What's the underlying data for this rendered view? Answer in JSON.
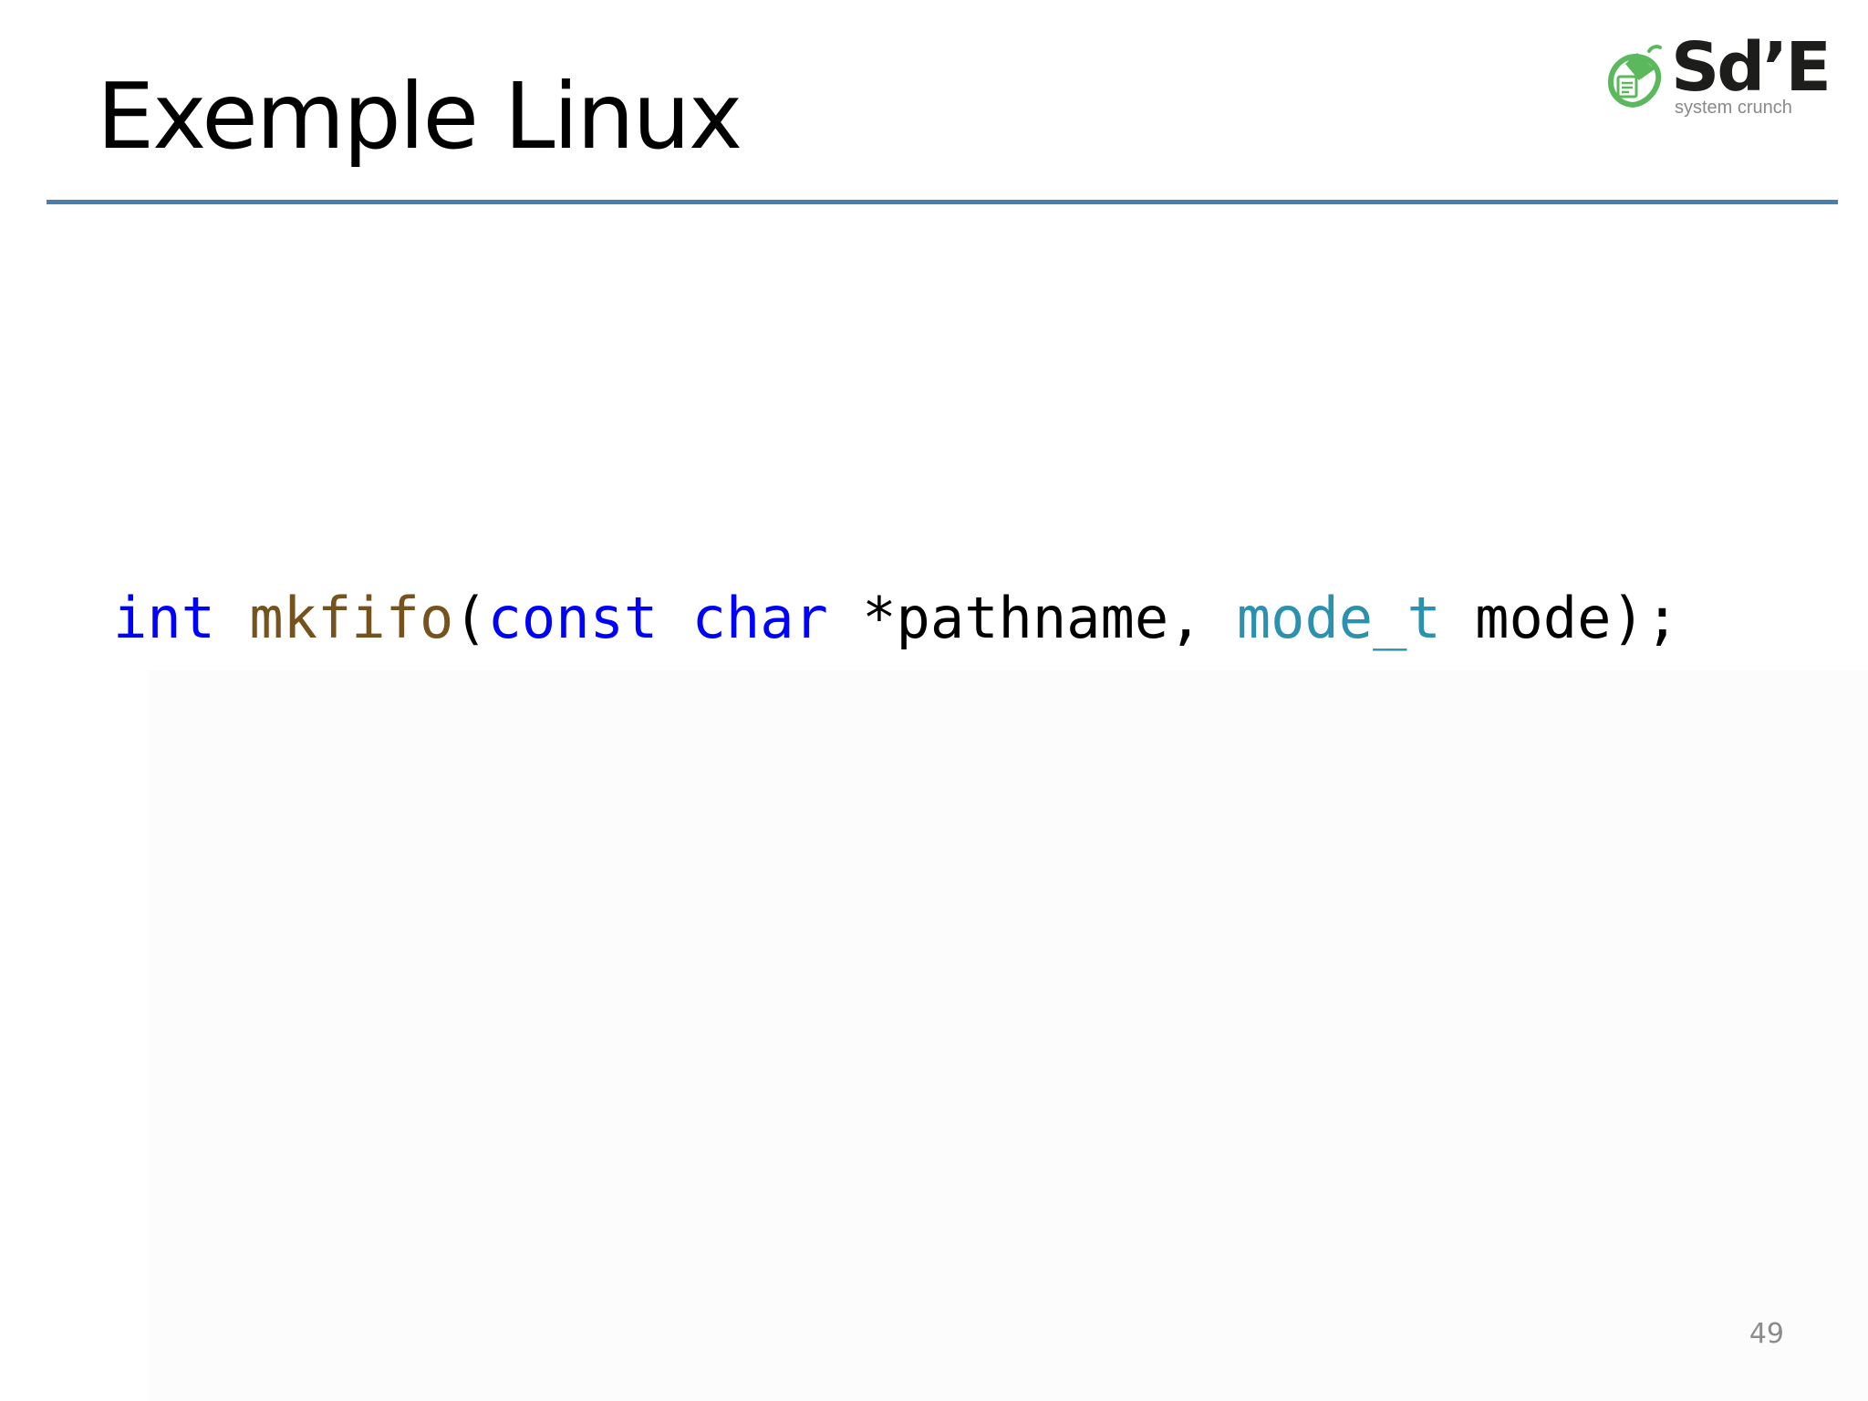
{
  "slide": {
    "title": "Exemple Linux",
    "page_number": "49"
  },
  "logo": {
    "wordmark": "Sd’E",
    "tagline": "system crunch",
    "icon": "acorn-document-icon",
    "brand_color": "#5cb85c"
  },
  "code": {
    "tokens": [
      {
        "text": "int",
        "kind": "keyword"
      },
      {
        "text": " ",
        "kind": "plain"
      },
      {
        "text": "mkfifo",
        "kind": "func"
      },
      {
        "text": "(",
        "kind": "plain"
      },
      {
        "text": "const",
        "kind": "keyword"
      },
      {
        "text": " ",
        "kind": "plain"
      },
      {
        "text": "char",
        "kind": "keyword"
      },
      {
        "text": " *pathname, ",
        "kind": "plain"
      },
      {
        "text": "mode_t",
        "kind": "type"
      },
      {
        "text": " mode);",
        "kind": "plain"
      }
    ]
  },
  "colors": {
    "rule": "#4a7ead",
    "keyword": "#0000ff",
    "function": "#74531f",
    "type": "#2b91af"
  }
}
